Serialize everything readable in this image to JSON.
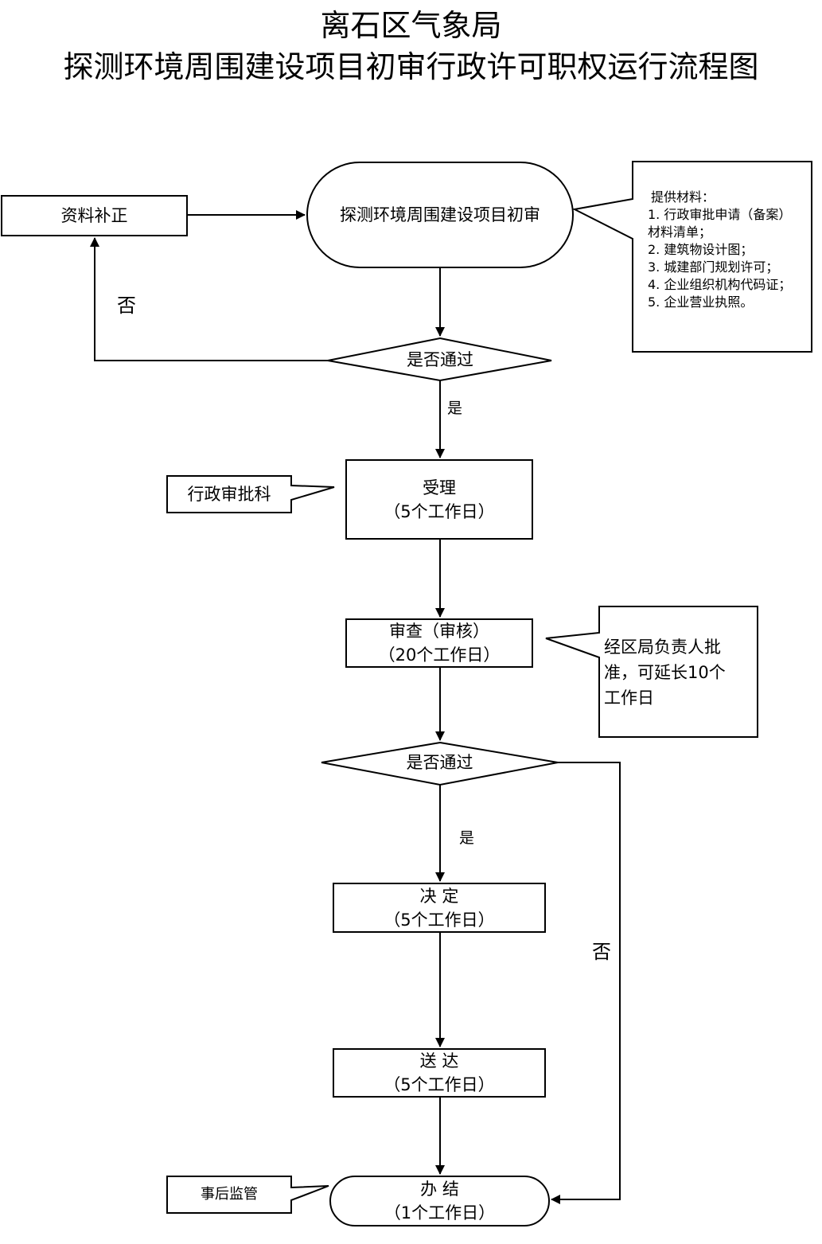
{
  "title": {
    "line1": "离石区气象局",
    "line2": "探测环境周围建设项目初审行政许可职权运行流程图"
  },
  "nodes": {
    "start": "探测环境周围建设项目初审",
    "supplement": "资料补正",
    "check1": "是否通过",
    "accept": {
      "label": "受理",
      "days": "（5个工作日）"
    },
    "review": {
      "label": "审查（审核）",
      "days": "（20个工作日）"
    },
    "check2": "是否通过",
    "decide": {
      "label": "决 定",
      "days": "（5个工作日）"
    },
    "deliver": {
      "label": "送 达",
      "days": "（5个工作日）"
    },
    "finish": {
      "label": "办 结",
      "days": "（1个工作日）"
    }
  },
  "edge_labels": {
    "no1": "否",
    "yes1": "是",
    "yes2": "是",
    "no2": "否"
  },
  "callouts": {
    "materials": {
      "heading": "提供材料：",
      "items": [
        "1. 行政审批申请（备案）",
        "材料清单；",
        "2. 建筑物设计图；",
        "3. 城建部门规划许可；",
        "4. 企业组织机构代码证；",
        "5. 企业营业执照。"
      ]
    },
    "dept": "行政审批科",
    "extension": [
      "经区局负责人批",
      "准，可延长10个",
      "工作日"
    ],
    "supervision": "事后监管"
  }
}
